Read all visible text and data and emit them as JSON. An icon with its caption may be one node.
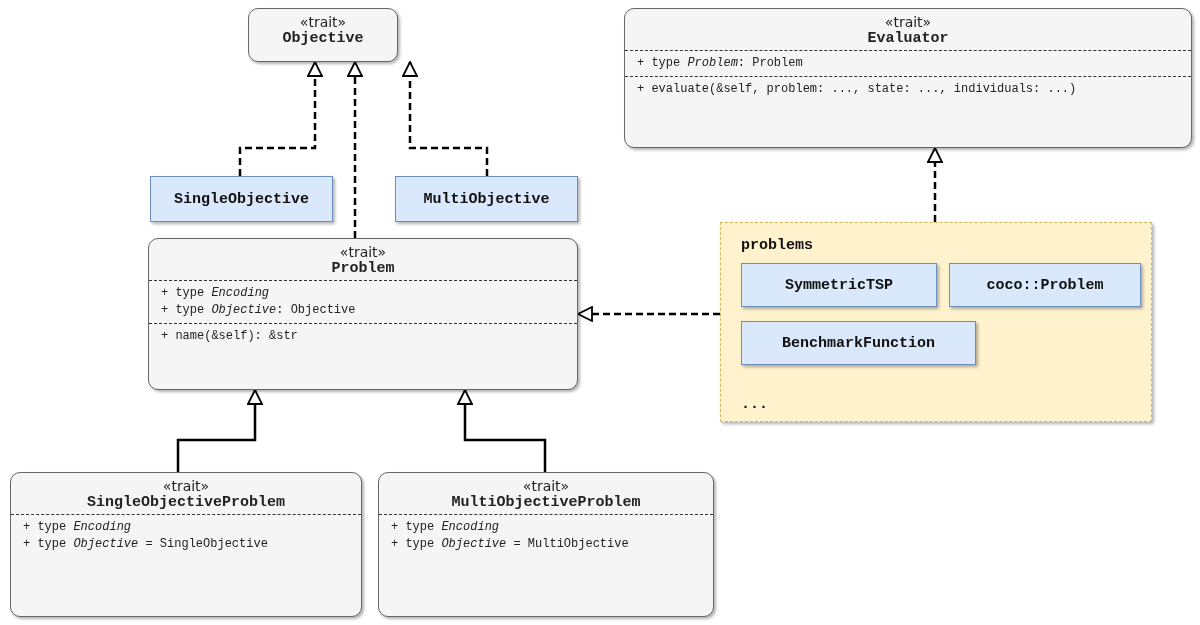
{
  "diagram": {
    "nodes": [
      {
        "text": [
          "«trait»",
          "Objective"
        ]
      },
      {
        "text": [
          "SingleObjective"
        ]
      },
      {
        "text": [
          "MultiObjective"
        ]
      },
      {
        "text": [
          "«trait»",
          "Evaluator",
          "+ type *Problem*: Problem",
          "+ evaluate(&self, problem: ..., state: ..., individuals: ...)"
        ]
      },
      {
        "text": [
          "«trait»",
          "Problem",
          "+ type *Encoding*",
          "+ type *Objective*: Objective",
          "+ name(&self): &str"
        ]
      },
      {
        "text": [
          "problems",
          "..."
        ]
      },
      {
        "text": [
          "SymmetricTSP"
        ],
        "in": 5
      },
      {
        "text": [
          "coco::Problem"
        ],
        "in": 5
      },
      {
        "text": [
          "BenchmarkFunction"
        ],
        "in": 5
      },
      {
        "text": [
          "«trait»",
          "SingleObjectiveProblem",
          "+ type *Encoding*",
          "+ type *Objective* = SingleObjective"
        ]
      },
      {
        "text": [
          "«trait»",
          "MultiObjectiveProblem",
          "+ type *Encoding*",
          "+ type *Objective* = MultiObjective"
        ]
      }
    ],
    "edges": [
      {
        "from": 1,
        "to": 0,
        "arrow": "to",
        "style": "dashed"
      },
      {
        "from": 2,
        "to": 0,
        "arrow": "to",
        "style": "dashed"
      },
      {
        "from": 4,
        "to": 0,
        "arrow": "to",
        "style": "dashed"
      },
      {
        "from": 5,
        "to": 3,
        "arrow": "to",
        "style": "dashed"
      },
      {
        "from": 5,
        "to": 4,
        "arrow": "to",
        "style": "dashed"
      },
      {
        "from": 9,
        "to": 4,
        "arrow": "to"
      },
      {
        "from": 10,
        "to": 4,
        "arrow": "to"
      }
    ]
  }
}
